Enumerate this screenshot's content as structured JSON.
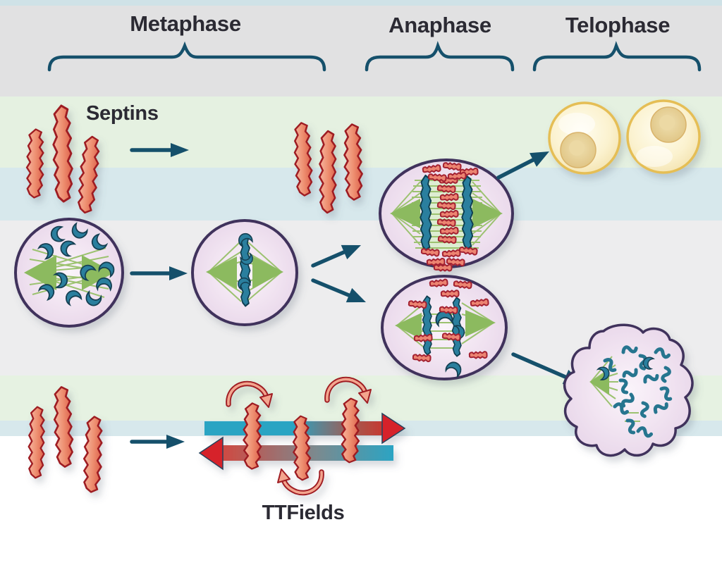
{
  "header": {
    "phases": [
      {
        "label": "Metaphase"
      },
      {
        "label": "Anaphase"
      },
      {
        "label": "Telophase"
      }
    ]
  },
  "annotations": {
    "septins": "Septins",
    "ttfields": "TTFields"
  },
  "colors": {
    "arrow_and_brace_teal": "#15506b",
    "label_text": "#2b2a33",
    "septin_filament_fill": "#ee9071",
    "septin_filament_outline": "#9e1b22",
    "spindle_green": "#8cba5e",
    "chromosome_teal": "#2b7f9e",
    "cell_membrane": "#3f315b",
    "cell_cytoplasm": "#e9dbea",
    "telophase_cell_fill": "#fbf2cf",
    "telophase_cell_ring": "#e5be55",
    "ttfields_teal_arrow": "#2ba4c3",
    "ttfields_red_arrow": "#d6202c",
    "band_gray": "#e1e1e2",
    "band_green": "#e5f1e1",
    "band_blue": "#d7e8ec"
  }
}
